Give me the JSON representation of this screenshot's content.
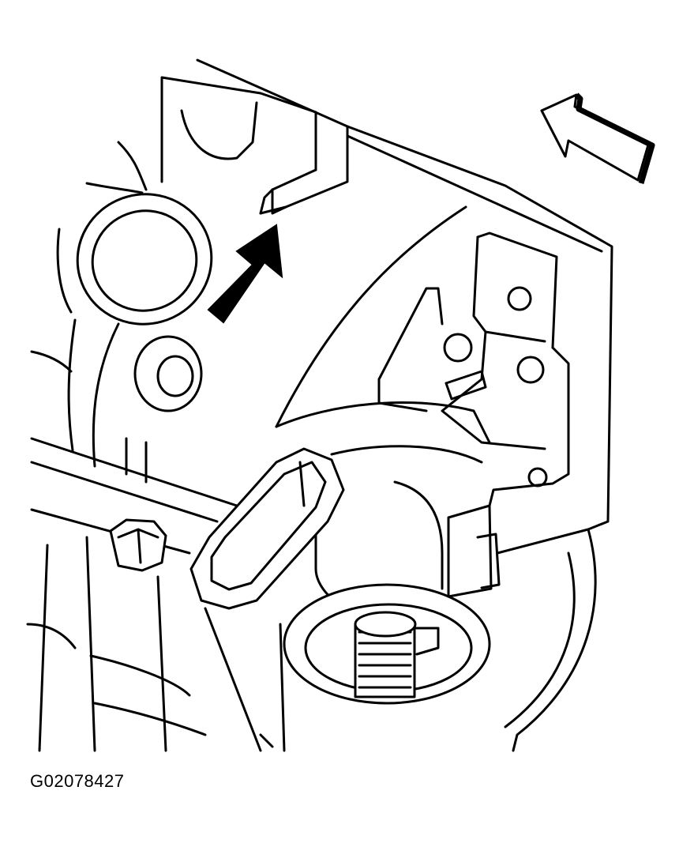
{
  "figure": {
    "id_label": "G02078427"
  },
  "callouts": [
    {
      "name": "pointer-arrow",
      "style": "solid-black",
      "points_to": "bracket-notch"
    },
    {
      "name": "direction-arrow",
      "style": "outlined",
      "meaning": "front-of-vehicle"
    }
  ],
  "colors": {
    "ink": "#000000",
    "paper": "#ffffff"
  }
}
